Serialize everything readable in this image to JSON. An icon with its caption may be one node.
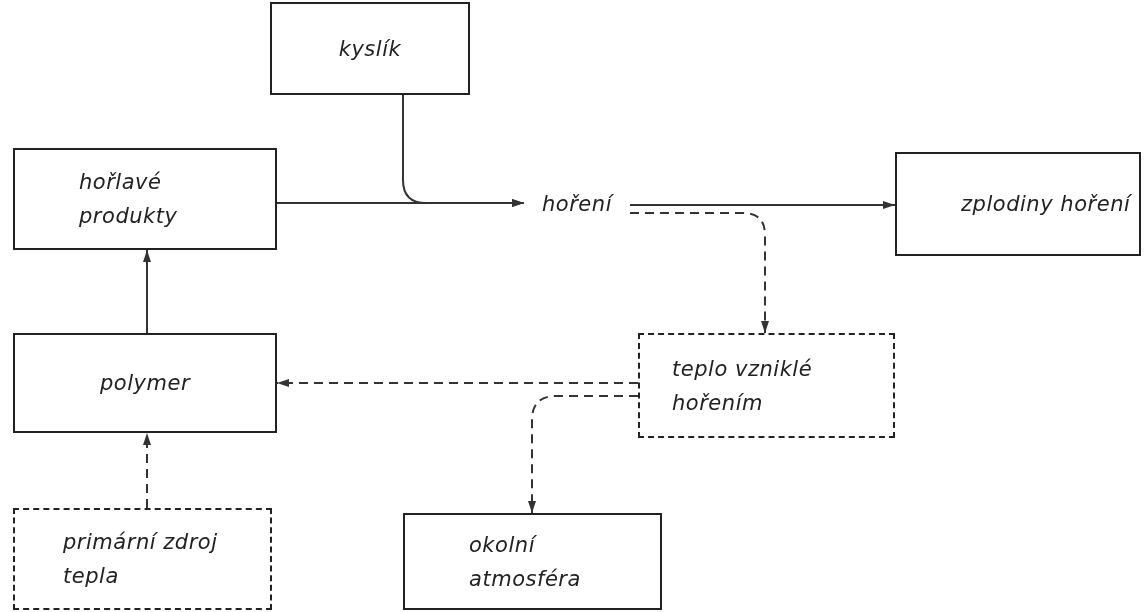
{
  "diagram": {
    "nodes": [
      {
        "text": [
          "kyslík"
        ]
      },
      {
        "text": [
          "hořlavé produkty"
        ]
      },
      {
        "text": [
          "hoření"
        ]
      },
      {
        "text": [
          "zplodiny hoření"
        ]
      },
      {
        "text": [
          "teplo vzniklé hořením"
        ]
      },
      {
        "text": [
          "polymer"
        ]
      },
      {
        "text": [
          "primární zdroj tepla"
        ]
      },
      {
        "text": [
          "okolní atmosféra"
        ]
      }
    ],
    "edges": [
      {
        "from": 0,
        "to": 2,
        "arrow": "to"
      },
      {
        "from": 1,
        "to": 2,
        "arrow": "to"
      },
      {
        "from": 2,
        "to": 3,
        "arrow": "to"
      },
      {
        "from": 2,
        "to": 4,
        "arrow": "to",
        "style": "dashed"
      },
      {
        "from": 4,
        "to": 5,
        "arrow": "to",
        "style": "dashed"
      },
      {
        "from": 4,
        "to": 7,
        "arrow": "to",
        "style": "dashed"
      },
      {
        "from": 5,
        "to": 1,
        "arrow": "to"
      },
      {
        "from": 6,
        "to": 5,
        "arrow": "to",
        "style": "dashed"
      }
    ]
  }
}
